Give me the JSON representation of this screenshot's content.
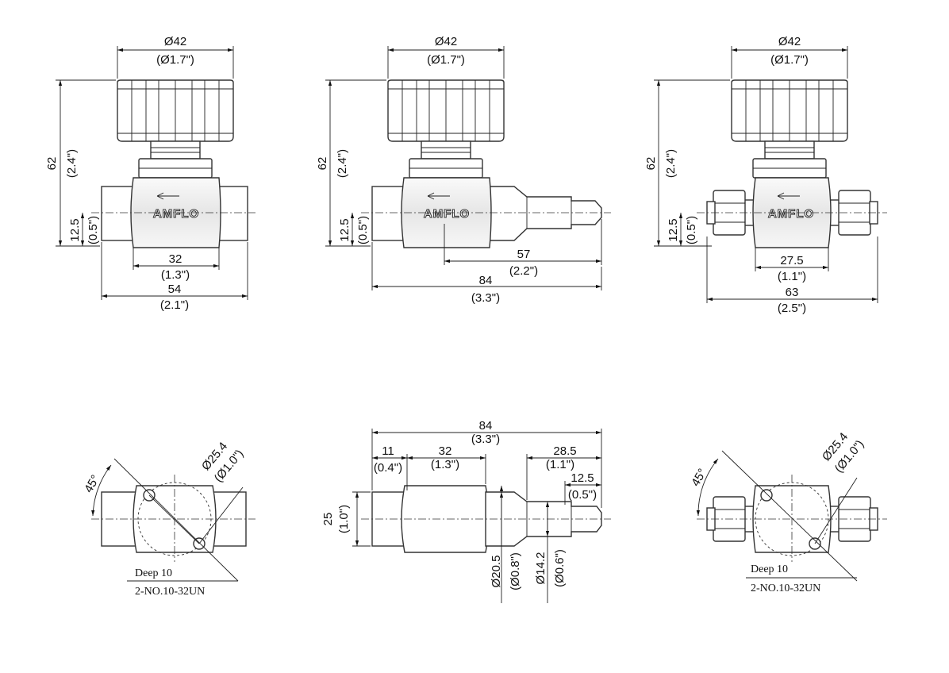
{
  "brand": "AMFLO",
  "views": {
    "a": {
      "knob_dia": "Ø42",
      "knob_dia_in": "(Ø1.7\")",
      "height": "62",
      "height_in": "(2.4\")",
      "center": "12.5",
      "center_in": "(0.5\")",
      "body": "32",
      "body_in": "(1.3\")",
      "length": "54",
      "length_in": "(2.1\")"
    },
    "b": {
      "knob_dia": "Ø42",
      "knob_dia_in": "(Ø1.7\")",
      "height": "62",
      "height_in": "(2.4\")",
      "center": "12.5",
      "center_in": "(0.5\")",
      "barb": "57",
      "barb_in": "(2.2\")",
      "length": "84",
      "length_in": "(3.3\")"
    },
    "c": {
      "knob_dia": "Ø42",
      "knob_dia_in": "(Ø1.7\")",
      "height": "62",
      "height_in": "(2.4\")",
      "center": "12.5",
      "center_in": "(0.5\")",
      "body": "27.5",
      "body_in": "(1.1\")",
      "length": "63",
      "length_in": "(2.5\")"
    },
    "d": {
      "angle": "45°",
      "bolt_circle": "Ø25.4",
      "bolt_circle_in": "(Ø1.0\")",
      "depth": "Deep 10",
      "thread": "2-NO.10-32UN"
    },
    "e": {
      "length": "84",
      "length_in": "(3.3\")",
      "d11": "11",
      "d11_in": "(0.4\")",
      "d32": "32",
      "d32_in": "(1.3\")",
      "d285": "28.5",
      "d285_in": "(1.1\")",
      "d125": "12.5",
      "d125_in": "(0.5\")",
      "height": "25",
      "height_in": "(1.0\")",
      "dia1": "Ø20.5",
      "dia1_in": "(Ø0.8\")",
      "dia2": "Ø14.2",
      "dia2_in": "(Ø0.6\")"
    },
    "f": {
      "angle": "45°",
      "bolt_circle": "Ø25.4",
      "bolt_circle_in": "(Ø1.0\")",
      "depth": "Deep 10",
      "thread": "2-NO.10-32UN"
    }
  }
}
